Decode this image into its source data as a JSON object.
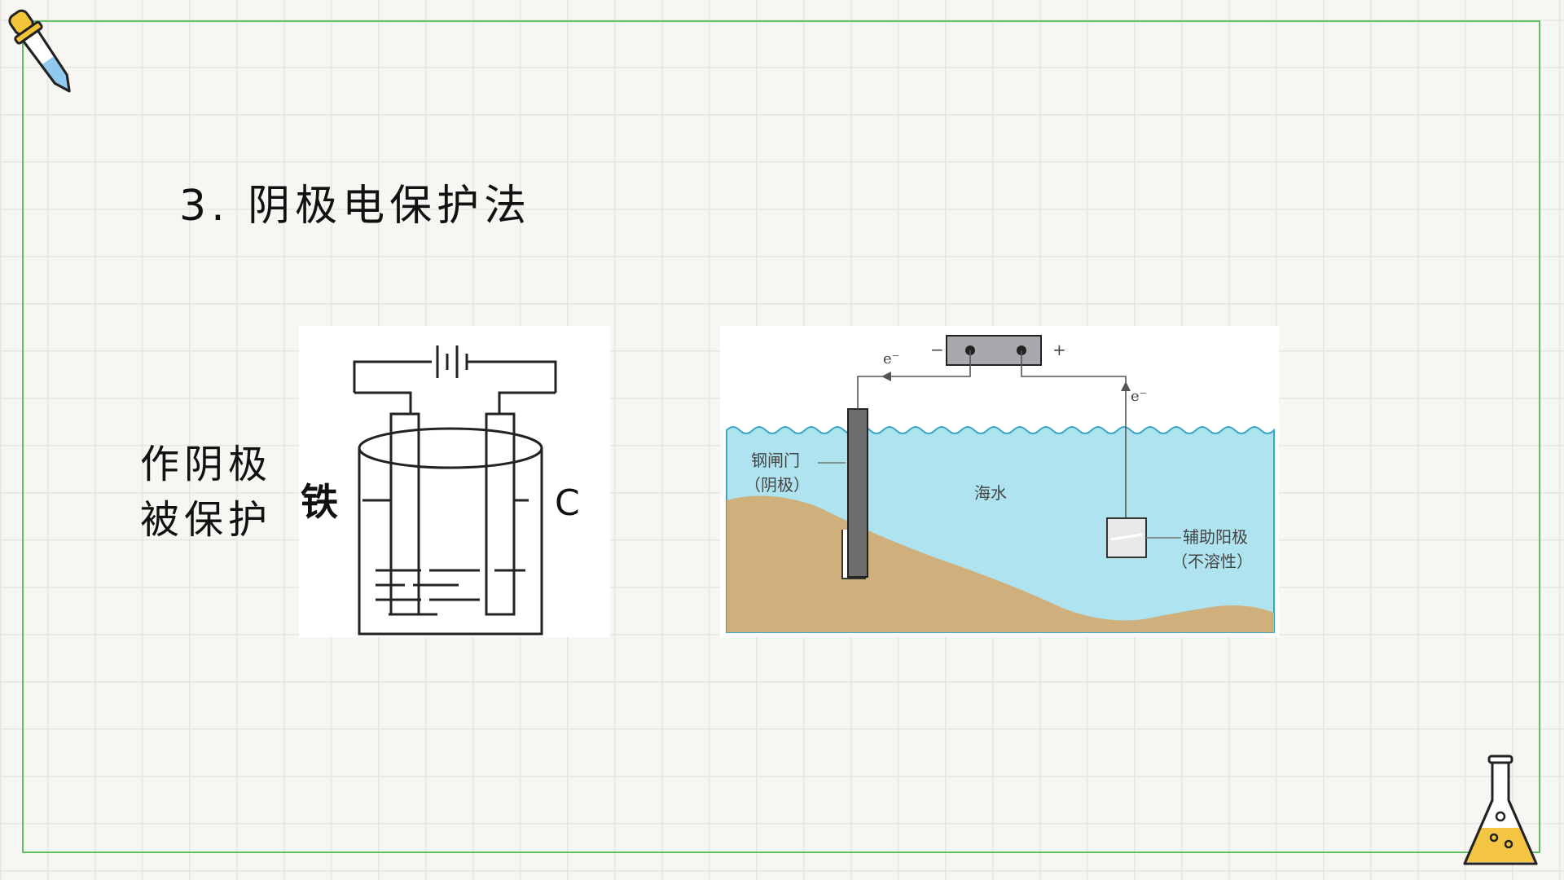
{
  "slide": {
    "title": "3. 阴极电保护法",
    "side_label": {
      "line1": "作阴极",
      "line2": "被保护"
    }
  },
  "figure_left": {
    "label_left": "铁",
    "label_right": "C"
  },
  "figure_right": {
    "electron_left": "e⁻",
    "electron_right": "e⁻",
    "terminal_minus": "−",
    "terminal_plus": "+",
    "gate_label_line1": "钢闸门",
    "gate_label_line2": "（阴极）",
    "water_label": "海水",
    "anode_label_line1": "辅助阳极",
    "anode_label_line2": "（不溶性）"
  },
  "colors": {
    "frame": "#5fbf62",
    "water": "#aee3ef",
    "seabed": "#cfb07c",
    "gate": "#6e6e6e"
  }
}
